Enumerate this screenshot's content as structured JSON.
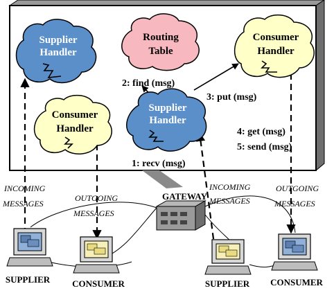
{
  "nodes": {
    "supplier_handler_top": [
      "Supplier",
      "Handler"
    ],
    "routing_table": [
      "Routing",
      "Table"
    ],
    "consumer_handler_right": [
      "Consumer",
      "Handler"
    ],
    "consumer_handler_left": [
      "Consumer",
      "Handler"
    ],
    "supplier_handler_center": [
      "Supplier",
      "Handler"
    ]
  },
  "edges": {
    "find": "2: find  (msg)",
    "put": "3: put (msg)",
    "get": "4: get (msg)",
    "send": "5: send (msg)",
    "recv": "1: recv (msg)"
  },
  "labels": {
    "gateway": "GATEWAY",
    "incoming_left": [
      "INCOMING",
      "MESSAGES"
    ],
    "outgoing_left": [
      "OUTGOING",
      "MESSAGES"
    ],
    "incoming_right": [
      "INCOMING",
      "MESSAGES"
    ],
    "outgoing_right": [
      "OUTGOING",
      "MESSAGES"
    ]
  },
  "machines": {
    "supplier_left": "SUPPLIER",
    "consumer_left": "CONSUMER",
    "supplier_right": "SUPPLIER",
    "consumer_right": "CONSUMER"
  },
  "colors": {
    "supplier_fill": "#5b8fc9",
    "consumer_fill": "#ffffc8",
    "routing_fill": "#f7b8c0",
    "panel_side": "#7a7a7a",
    "monitor_screen": "#8fb0d8"
  }
}
